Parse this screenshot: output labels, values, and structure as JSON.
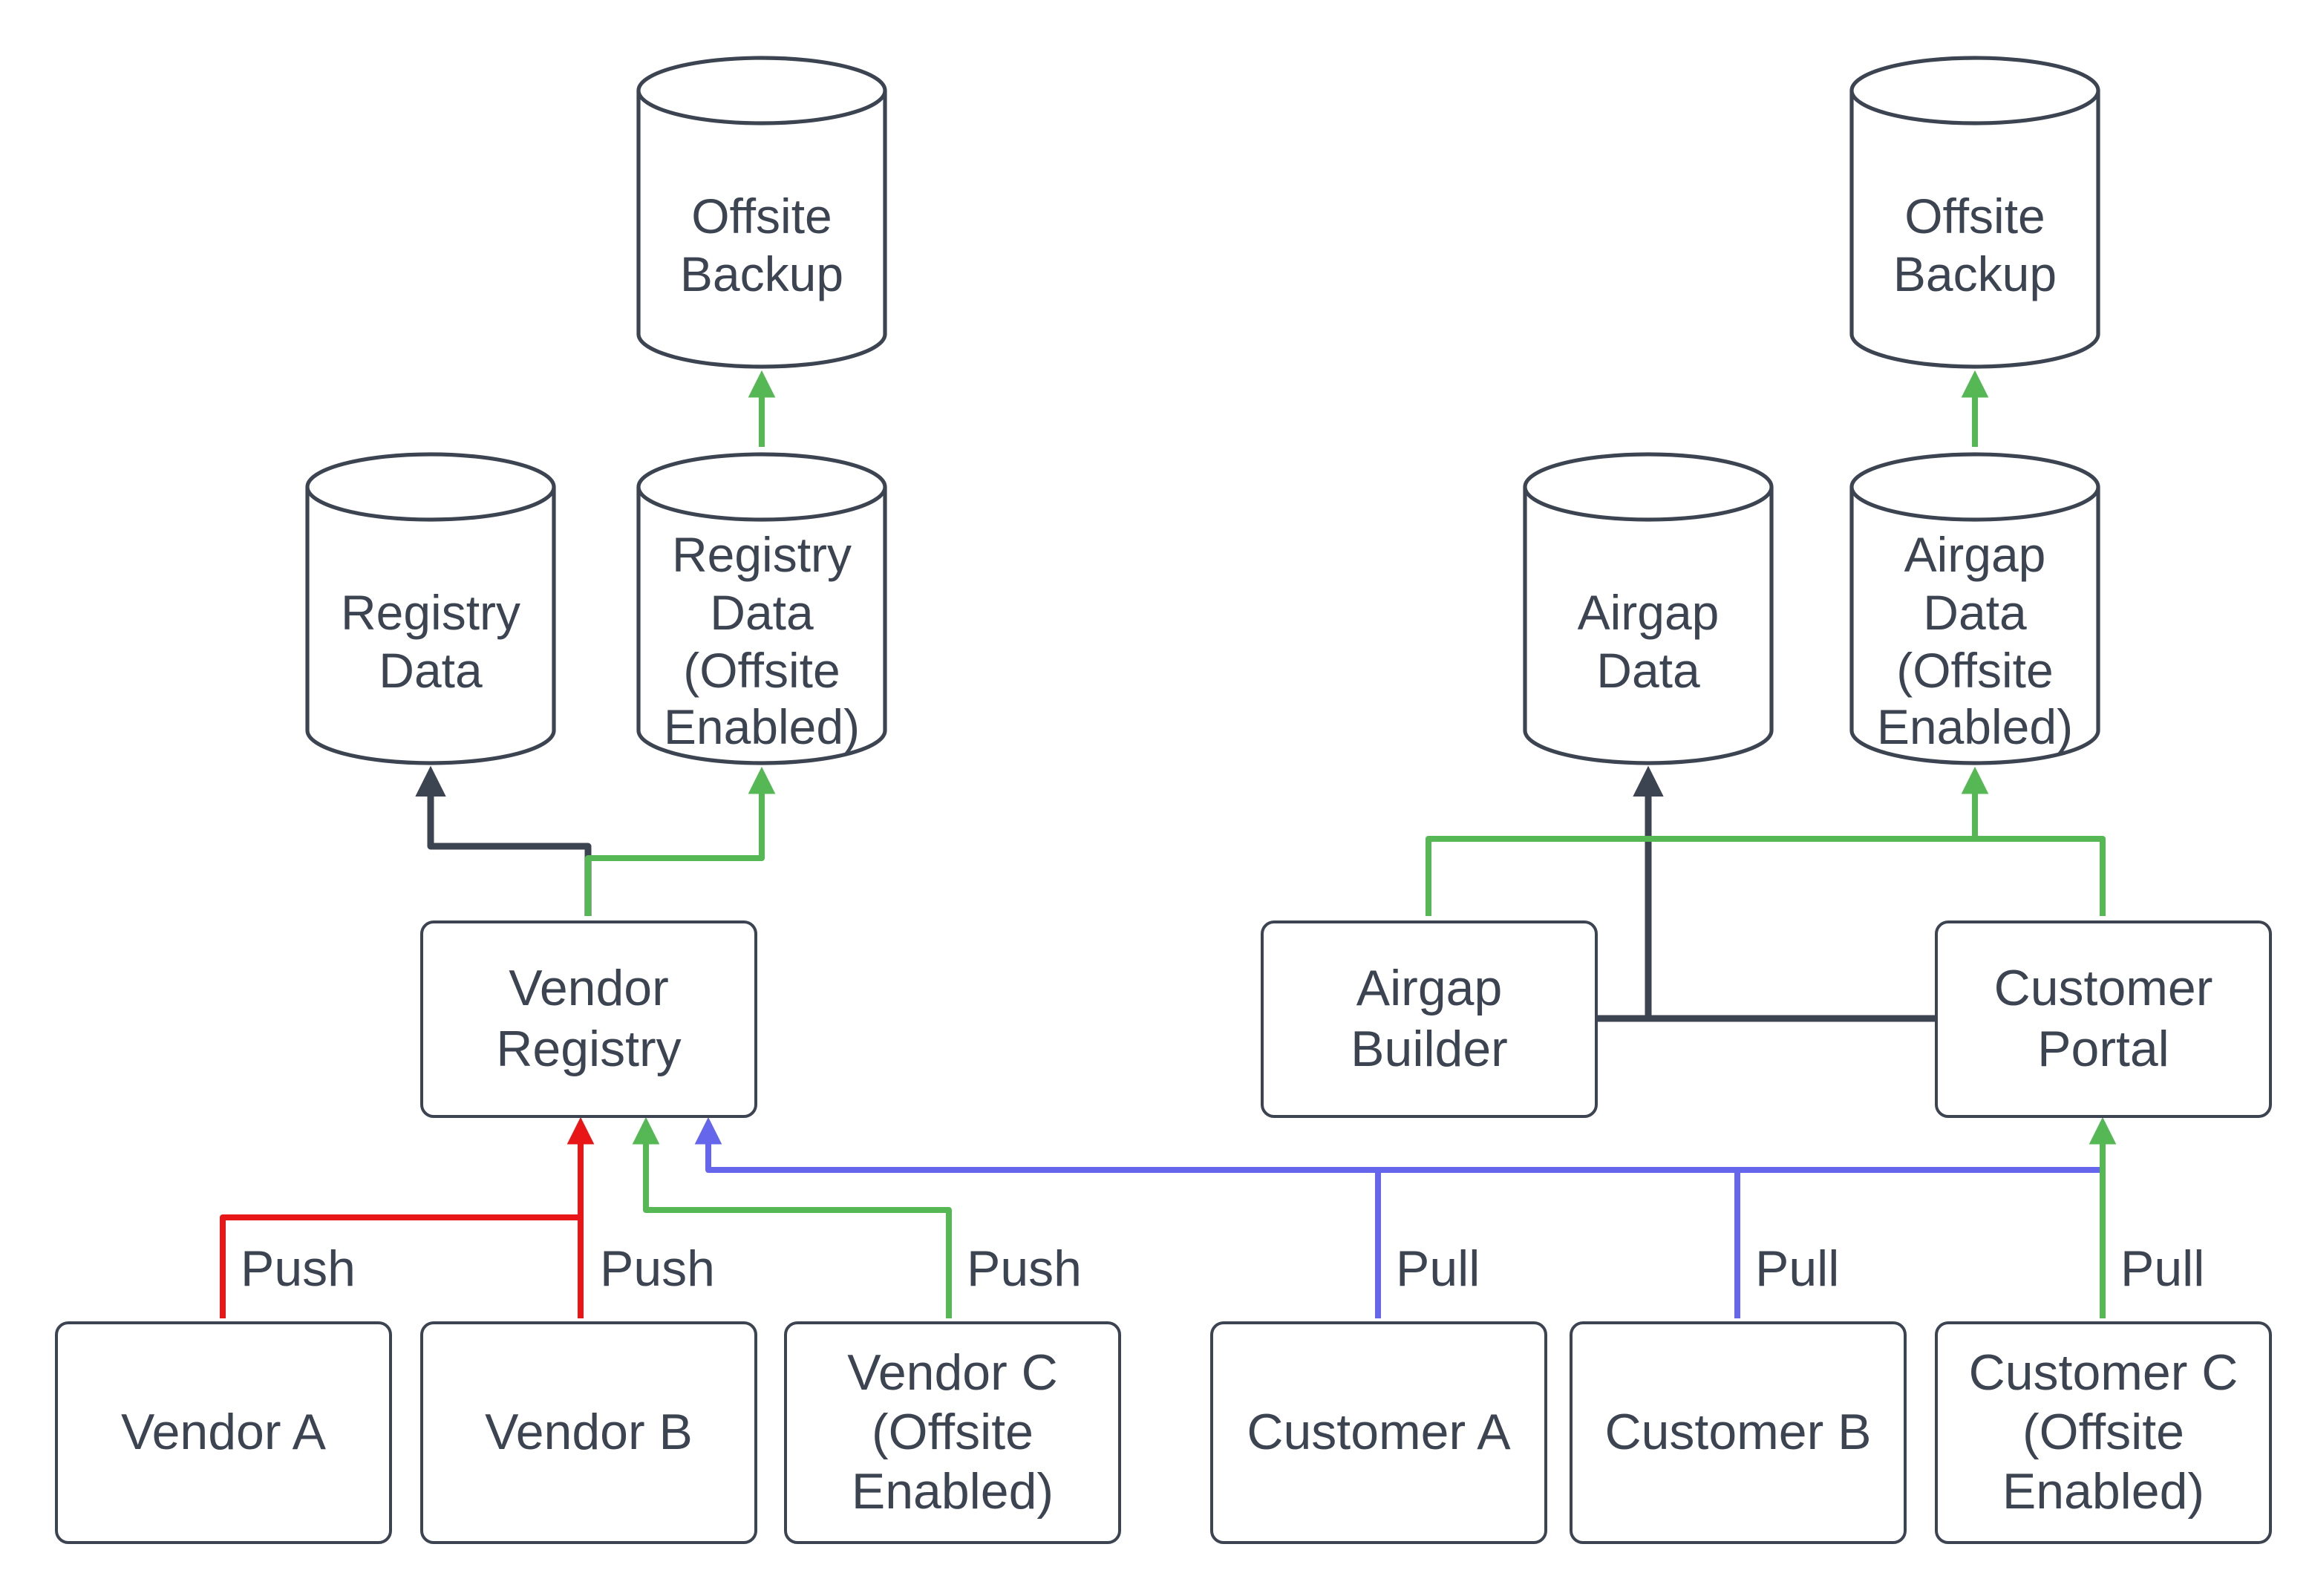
{
  "colors": {
    "ink": "#3C4452",
    "red": "#E81616",
    "green": "#55B855",
    "blue": "#6666EC",
    "canvas": "#FFFFFF"
  },
  "nodes": {
    "offsite_backup_left": {
      "label": "Offsite Backup",
      "shape": "cylinder"
    },
    "registry_data": {
      "label": "Registry Data",
      "shape": "cylinder"
    },
    "registry_data_offsite": {
      "label": "Registry Data (Offsite Enabled)",
      "shape": "cylinder"
    },
    "vendor_registry": {
      "label": "Vendor Registry",
      "shape": "rectangle"
    },
    "vendor_a": {
      "label": "Vendor A",
      "shape": "rectangle"
    },
    "vendor_b": {
      "label": "Vendor B",
      "shape": "rectangle"
    },
    "vendor_c": {
      "label": "Vendor C (Offsite Enabled)",
      "shape": "rectangle"
    },
    "airgap_data": {
      "label": "Airgap Data",
      "shape": "cylinder"
    },
    "airgap_data_offsite": {
      "label": "Airgap Data (Offsite Enabled)",
      "shape": "cylinder"
    },
    "offsite_backup_right": {
      "label": "Offsite Backup",
      "shape": "cylinder"
    },
    "airgap_builder": {
      "label": "Airgap Builder",
      "shape": "rectangle"
    },
    "customer_portal": {
      "label": "Customer Portal",
      "shape": "rectangle"
    },
    "customer_a": {
      "label": "Customer A",
      "shape": "rectangle"
    },
    "customer_b": {
      "label": "Customer B",
      "shape": "rectangle"
    },
    "customer_c": {
      "label": "Customer C (Offsite Enabled)",
      "shape": "rectangle"
    }
  },
  "edge_labels": {
    "push_a": "Push",
    "push_b": "Push",
    "push_c": "Push",
    "pull_a": "Pull",
    "pull_b": "Pull",
    "pull_c": "Pull"
  },
  "edges": [
    {
      "from": "Vendor Registry",
      "to": "Registry Data",
      "color": "dark"
    },
    {
      "from": "Vendor Registry",
      "to": "Registry Data (Offsite Enabled)",
      "color": "green"
    },
    {
      "from": "Registry Data (Offsite Enabled)",
      "to": "Offsite Backup",
      "color": "green"
    },
    {
      "from": "Vendor A",
      "to": "Vendor Registry",
      "color": "red",
      "label": "Push"
    },
    {
      "from": "Vendor B",
      "to": "Vendor Registry",
      "color": "red",
      "label": "Push"
    },
    {
      "from": "Vendor C (Offsite Enabled)",
      "to": "Vendor Registry",
      "color": "green",
      "label": "Push"
    },
    {
      "from": "Customer A",
      "to": "Vendor Registry",
      "color": "blue",
      "label": "Pull"
    },
    {
      "from": "Customer B",
      "to": "Vendor Registry",
      "color": "blue",
      "label": "Pull"
    },
    {
      "from": "Customer C (Offsite Enabled)",
      "to": "Customer Portal",
      "color": "green",
      "label": "Pull"
    },
    {
      "from": "Airgap Builder",
      "to": "Airgap Data (Offsite Enabled)",
      "color": "green"
    },
    {
      "from": "Customer Portal",
      "to": "Airgap Data (Offsite Enabled)",
      "color": "green"
    },
    {
      "from": "Airgap Builder",
      "to": "Airgap Data",
      "color": "dark"
    },
    {
      "from": "Customer Portal",
      "to": "Airgap Data",
      "color": "dark"
    },
    {
      "from": "Airgap Data (Offsite Enabled)",
      "to": "Offsite Backup",
      "color": "green"
    }
  ]
}
